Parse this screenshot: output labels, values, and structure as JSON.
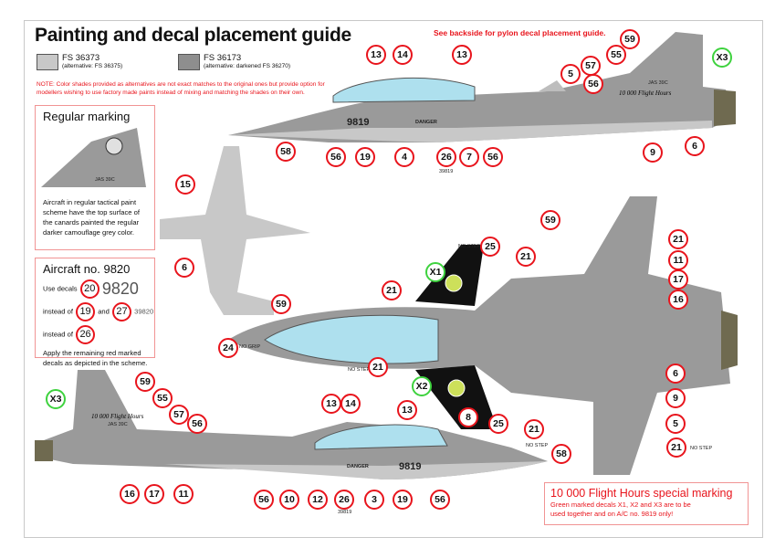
{
  "title": "Painting and decal placement guide",
  "colors": [
    {
      "code": "FS 36373",
      "alt": "(alternative: FS 36375)",
      "hex": "#c8c8c8"
    },
    {
      "code": "FS 36173",
      "alt": "(alternative: darkened FS 36270)",
      "hex": "#8e8e8e"
    }
  ],
  "note": "NOTE: Color shades provided as alternatives are not exact matches to the original ones but provide option for modellers wishing to use factory made paints instead of mixing and matching the shades on their own.",
  "backside_note": "See backside for pylon decal placement guide.",
  "regular": {
    "title": "Regular marking",
    "text": "Aircraft in regular tactical paint scheme have the top surface of the canards painted the regular darker camouflage grey color."
  },
  "aircraft9820": {
    "title": "Aircraft no. 9820",
    "use": "Use decals",
    "d1": "20",
    "num": "9820",
    "instead1": "instead of",
    "d2": "19",
    "and": "and",
    "d3": "27",
    "num2": "39820",
    "instead2": "instead of",
    "d4": "26",
    "apply": "Apply the remaining red marked decals as depicted in the scheme."
  },
  "special": {
    "title": "10 000 Flight Hours special marking",
    "text": "Green marked decals X1, X2 and X3 are to be used together and on A/C no. 9819 only!"
  },
  "labels": {
    "serial": "9819",
    "serial_small": "39819",
    "flight_hours": "10 000 Flight Hours",
    "no_step": "NO STEP",
    "no_grip": "NO GRIP",
    "jas": "JAS 39C",
    "danger": "DANGER"
  },
  "callouts": [
    "13",
    "14",
    "13",
    "59",
    "55",
    "X3",
    "57",
    "5",
    "56",
    "58",
    "56",
    "19",
    "4",
    "26",
    "7",
    "56",
    "9",
    "6",
    "15",
    "6",
    "59",
    "59",
    "25",
    "21",
    "X1",
    "21",
    "24",
    "21",
    "X2",
    "8",
    "25",
    "21",
    "11",
    "17",
    "16",
    "6",
    "9",
    "5",
    "21",
    "58",
    "21",
    "59",
    "55",
    "57",
    "56",
    "X3",
    "13",
    "14",
    "13",
    "16",
    "17",
    "11",
    "56",
    "10",
    "12",
    "26",
    "3",
    "19",
    "56"
  ],
  "accent": "#e8141c",
  "special_accent": "#3ed23e"
}
